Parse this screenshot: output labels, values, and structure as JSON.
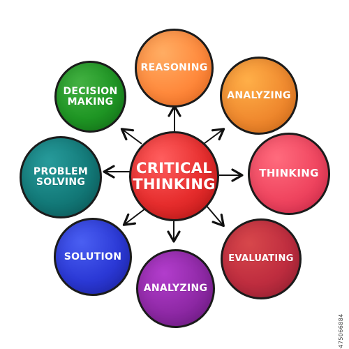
{
  "diagram": {
    "center": {
      "label": "CRITICAL\nTHINKING",
      "color": "#e62d2d"
    },
    "nodes": [
      {
        "label": "REASONING",
        "color": "#ff8a3d"
      },
      {
        "label": "ANALYZING",
        "color": "#f08a2f"
      },
      {
        "label": "THINKING",
        "color": "#f04660"
      },
      {
        "label": "EVALUATING",
        "color": "#bf2d3f"
      },
      {
        "label": "ANALYZING",
        "color": "#8f29a6"
      },
      {
        "label": "SOLUTION",
        "color": "#2b39d6"
      },
      {
        "label": "PROBLEM\nSOLVING",
        "color": "#137a79"
      },
      {
        "label": "DECISION\nMAKING",
        "color": "#1f9624"
      }
    ]
  },
  "watermark": {
    "id": "#475066884"
  }
}
